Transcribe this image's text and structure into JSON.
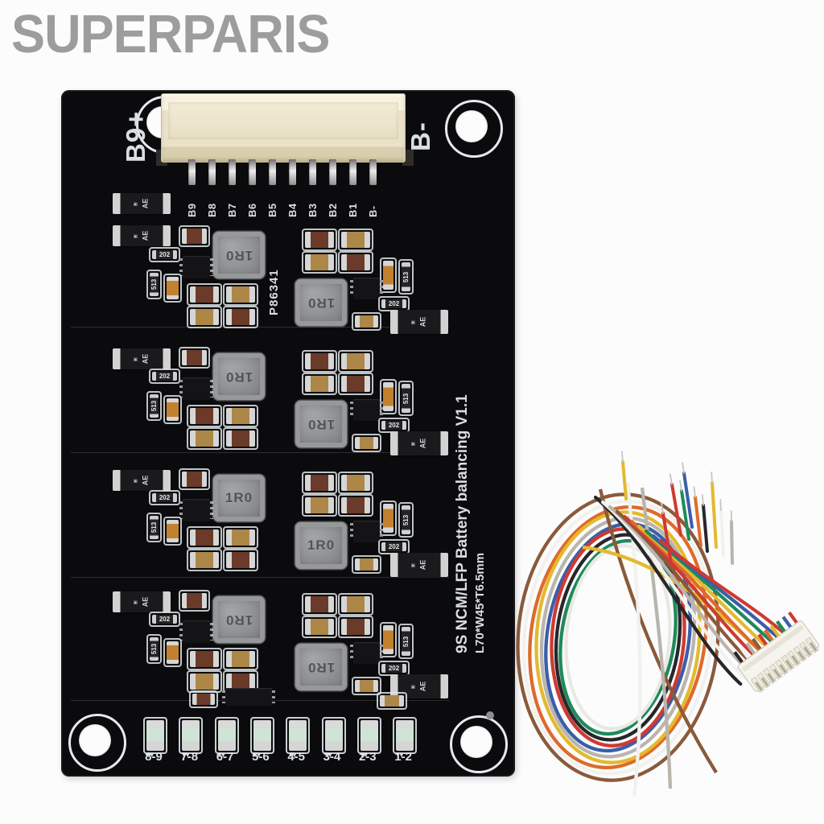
{
  "brand": {
    "watermark": "SUPERPARIS"
  },
  "pcb": {
    "corner_label_left": "B9+",
    "corner_label_right": "B-",
    "pin_labels": [
      "B9",
      "B8",
      "B7",
      "B6",
      "B5",
      "B4",
      "B3",
      "B2",
      "B1",
      "B-"
    ],
    "silkscreen_code": "P86341",
    "product_line1": "9S NCM/LFP Battery balancing V1.1",
    "product_line2": "L70*W45*T6.5mm",
    "led_labels": [
      "8-9",
      "7-8",
      "6-7",
      "5-6",
      "4-5",
      "3-4",
      "2-3",
      "1-2"
    ],
    "markings": {
      "inductor": "1R0",
      "diode": "AE",
      "resistor_small": "202",
      "resistor_tall": "513"
    },
    "colors": {
      "board": "#0b0b0d",
      "silkscreen": "#d9dee0",
      "connector_beige": "#eae2c8"
    }
  },
  "harness": {
    "wire_colors": [
      {
        "name": "brown",
        "hex": "#8a5a3b"
      },
      {
        "name": "white",
        "hex": "#f1f1ee"
      },
      {
        "name": "orange",
        "hex": "#df6a2c"
      },
      {
        "name": "yellow",
        "hex": "#e4b92e"
      },
      {
        "name": "gray",
        "hex": "#b9b5ad"
      },
      {
        "name": "blue",
        "hex": "#3a5ea8"
      },
      {
        "name": "red",
        "hex": "#ce3a32"
      },
      {
        "name": "black",
        "hex": "#27272b"
      },
      {
        "name": "green",
        "hex": "#1e8a5a"
      },
      {
        "name": "white2",
        "hex": "#e9e9e4"
      }
    ],
    "tip_color": "#c6c6c6"
  }
}
